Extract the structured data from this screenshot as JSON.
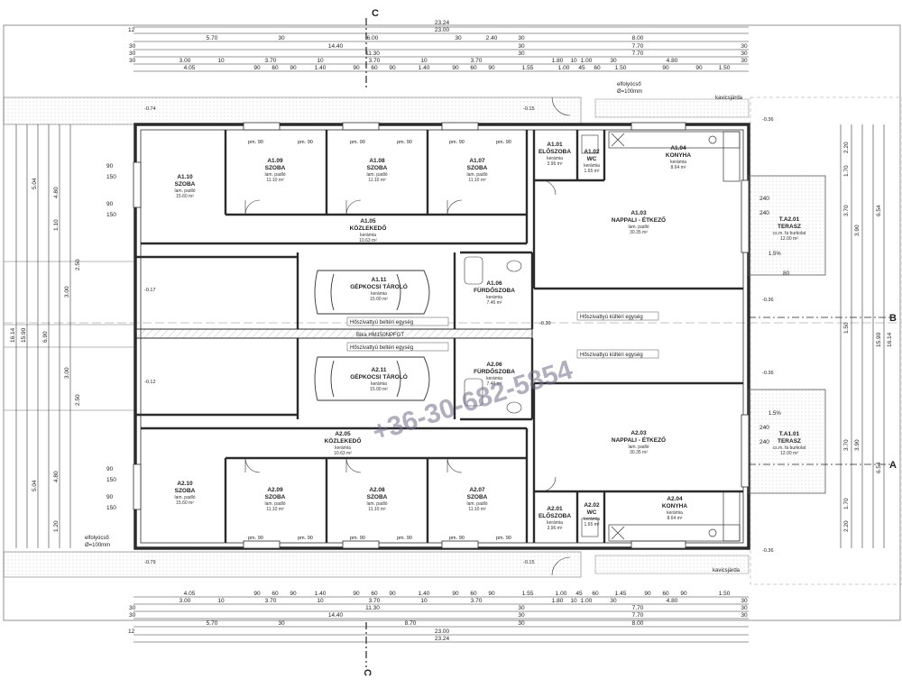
{
  "axes": {
    "top": "C",
    "bottom": "C",
    "right_b": "B",
    "right_a": "A"
  },
  "top_dims": {
    "total_outer": "23.24",
    "total": "23.00",
    "row1": [
      "5.70",
      "30",
      "6.00",
      "30",
      "2.40",
      "30",
      "8.00",
      "12"
    ],
    "row2": [
      "30",
      "14.40",
      "30",
      "7.70",
      "30"
    ],
    "row3": [
      "30",
      "11.30",
      "30",
      "7.70",
      "30"
    ],
    "row4": [
      "30",
      "3.00",
      "10",
      "3.70",
      "10",
      "3.70",
      "10",
      "3.70",
      "1.80",
      "10",
      "1.00",
      "30",
      "4.80",
      "30"
    ],
    "row5": [
      "4.05",
      "90",
      "60",
      "90",
      "1.40",
      "90",
      "60",
      "90",
      "1.40",
      "90",
      "60",
      "90",
      "1.55",
      "1.00",
      "45",
      "60",
      "1.50",
      "90",
      "90",
      "1.50"
    ]
  },
  "bottom_dims": {
    "total_outer": "23.24",
    "total": "23.00",
    "row1": [
      "5.70",
      "30",
      "8.70",
      "30",
      "8.00",
      "12"
    ],
    "row2": [
      "30",
      "14.40",
      "30",
      "7.70",
      "30"
    ],
    "row3": [
      "30",
      "11.30",
      "30",
      "7.70",
      "30"
    ],
    "row4": [
      "3.00",
      "10",
      "3.70",
      "10",
      "3.70",
      "10",
      "3.70",
      "1.80",
      "10",
      "1.00",
      "30",
      "4.80",
      "30"
    ],
    "row5": [
      "4.05",
      "90",
      "60",
      "90",
      "1.40",
      "90",
      "60",
      "90",
      "1.40",
      "90",
      "60",
      "90",
      "1.55",
      "1.00",
      "45",
      "60",
      "1.45",
      "90",
      "60",
      "90",
      "1.50"
    ]
  },
  "left_dims": [
    "5.04",
    "4.80",
    "1.10",
    "2.50",
    "3.00",
    "16.14",
    "15.90",
    "6.90",
    "3.00",
    "2.50",
    "4.80",
    "5.04",
    "1.20",
    "90",
    "150",
    "90",
    "150",
    "90",
    "150",
    "90",
    "150"
  ],
  "right_dims": [
    "2.20",
    "1.70",
    "3.70",
    "3.90",
    "6.54",
    "1.50",
    "16.14",
    "15.90",
    "3.90",
    "3.70",
    "6.54",
    "1.70",
    "2.20",
    "240",
    "240",
    "240",
    "240",
    "80"
  ],
  "labels": {
    "levels": [
      "-0.74",
      "-0.15",
      "-0.17",
      "-0.12",
      "-0.15",
      "-0.79",
      "-0.36",
      "-0.36",
      "-0.36",
      "-0.36",
      "-0.30"
    ],
    "eavesgutter_top": "elfolyócső",
    "eavesgutter_top_sub": "Ø=100mm",
    "eavesgutter_bottom": "elfolyócső",
    "eavesgutter_bottom_sub": "Ø=100mm",
    "gravel_top": "kavicsjárda",
    "gravel_bottom": "kavicsjárda",
    "hvac_1": "Hőszivattyú beltéri egység",
    "hvac_2": "Hőszivattyú beltéri egység",
    "hvac_3": "Hőszivattyú kültéri egység",
    "hvac_4": "Hőszivattyú kültéri egység",
    "boiler": "Bika HM150NPFGT",
    "pm": "pm. 90",
    "slope_top": "1.5%",
    "slope_bottom": "1.5%"
  },
  "rooms": {
    "a110": {
      "code": "A1.10",
      "name": "SZOBA",
      "floor": "lam. padló",
      "area": "15.60 m²"
    },
    "a109": {
      "code": "A1.09",
      "name": "SZOBA",
      "floor": "lam. padló",
      "area": "11.10 m²"
    },
    "a108": {
      "code": "A1.08",
      "name": "SZOBA",
      "floor": "lam. padló",
      "area": "11.10 m²"
    },
    "a107": {
      "code": "A1.07",
      "name": "SZOBA",
      "floor": "lam. padló",
      "area": "11.10 m²"
    },
    "a101": {
      "code": "A1.01",
      "name": "ELŐSZOBA",
      "floor": "kerámia",
      "area": "3.96 m²"
    },
    "a102": {
      "code": "A1.02",
      "name": "WC",
      "floor": "kerámia",
      "area": "1.65 m²"
    },
    "a104": {
      "code": "A1.04",
      "name": "KONYHA",
      "floor": "kerámia",
      "area": "8.64 m²"
    },
    "a105": {
      "code": "A1.05",
      "name": "KÖZLEKEDŐ",
      "floor": "kerámia",
      "area": "10.63 m²"
    },
    "a103": {
      "code": "A1.03",
      "name": "NAPPALI - ÉTKEZŐ",
      "floor": "lam. padló",
      "area": "30.35 m²"
    },
    "a111": {
      "code": "A1.11",
      "name": "GÉPKOCSI TÁROLÓ",
      "floor": "kerámia",
      "area": "15.00 m²"
    },
    "a106": {
      "code": "A1.06",
      "name": "FÜRDŐSZOBA",
      "floor": "kerámia",
      "area": "7.46 m²"
    },
    "ta201": {
      "code": "T.A2.01",
      "name": "TERASZ",
      "floor": "cs.m. fa burkolat",
      "area": "12.00 m²"
    },
    "a211": {
      "code": "A2.11",
      "name": "GÉPKOCSI TÁROLÓ",
      "floor": "kerámia",
      "area": "15.00 m²"
    },
    "a206": {
      "code": "A2.06",
      "name": "FÜRDŐSZOBA",
      "floor": "kerámia",
      "area": "7.46 m²"
    },
    "a205": {
      "code": "A2.05",
      "name": "KÖZLEKEDŐ",
      "floor": "kerámia",
      "area": "10.63 m²"
    },
    "a203": {
      "code": "A2.03",
      "name": "NAPPALI - ÉTKEZŐ",
      "floor": "lam. padló",
      "area": "30.35 m²"
    },
    "ta101": {
      "code": "T.A1.01",
      "name": "TERASZ",
      "floor": "cs.m. fa burkolat",
      "area": "12.00 m²"
    },
    "a210": {
      "code": "A2.10",
      "name": "SZOBA",
      "floor": "lam. padló",
      "area": "15.60 m²"
    },
    "a209": {
      "code": "A2.09",
      "name": "SZOBA",
      "floor": "lam. padló",
      "area": "11.10 m²"
    },
    "a208": {
      "code": "A2.08",
      "name": "SZOBA",
      "floor": "lam. padló",
      "area": "11.10 m²"
    },
    "a207": {
      "code": "A2.07",
      "name": "SZOBA",
      "floor": "lam. padló",
      "area": "11.10 m²"
    },
    "a201": {
      "code": "A2.01",
      "name": "ELŐSZOBA",
      "floor": "kerámia",
      "area": "3.96 m²"
    },
    "a202": {
      "code": "A2.02",
      "name": "WC",
      "floor": "kerámia",
      "area": "1.65 m²"
    },
    "a204": {
      "code": "A2.04",
      "name": "KONYHA",
      "floor": "kerámia",
      "area": "8.64 m²"
    }
  },
  "watermark": "+36-30-682-5854",
  "colors": {
    "wall": "#2b2b2b",
    "line": "#555555",
    "watermark": "#6e6e8c"
  }
}
